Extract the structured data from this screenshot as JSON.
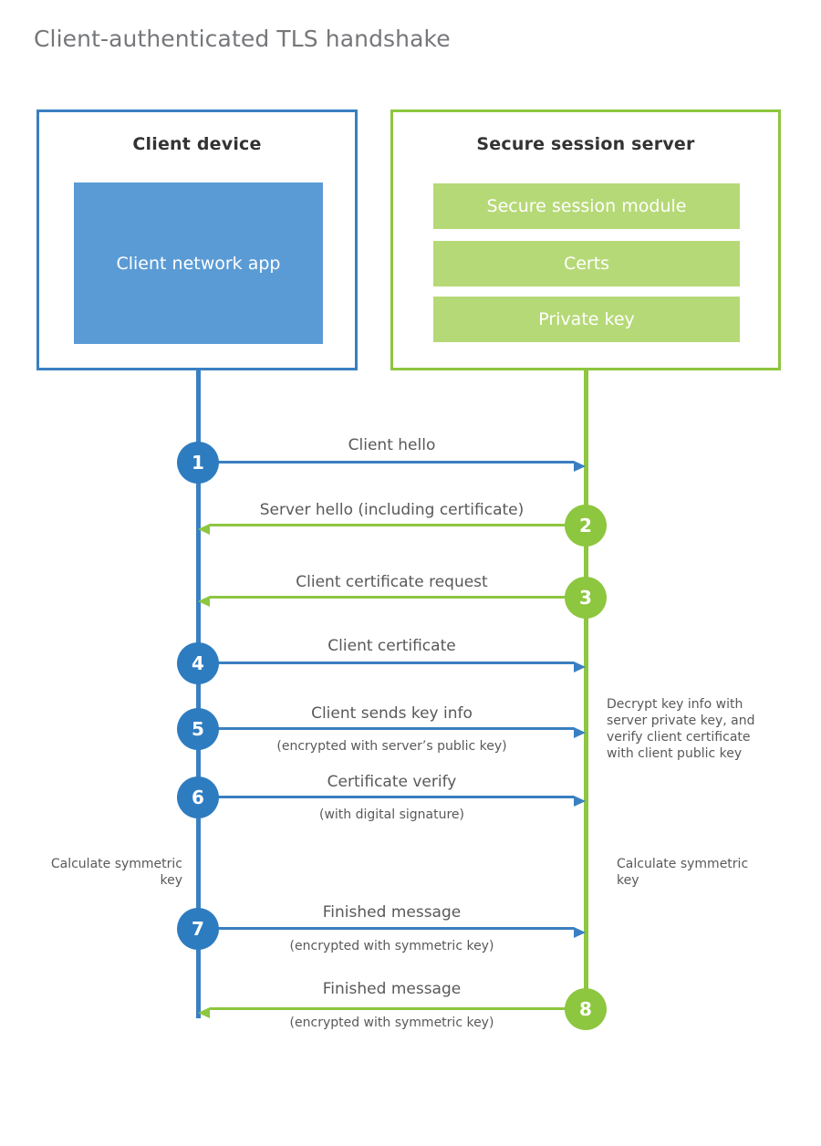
{
  "title": "Client-authenticated TLS handshake",
  "colors": {
    "blue_border": "#3a7fc1",
    "blue_fill": "#5b9bd5",
    "blue_badge": "#2e7cc0",
    "green_border": "#8dc63f",
    "green_fill": "#b6d977",
    "green_badge": "#8dc63f",
    "text": "#58595b",
    "title": "#76777a"
  },
  "client": {
    "title": "Client device",
    "app_label": "Client network app"
  },
  "server": {
    "title": "Secure session server",
    "modules": [
      {
        "label": "Secure session module"
      },
      {
        "label": "Certs"
      },
      {
        "label": "Private key"
      }
    ]
  },
  "steps": [
    {
      "number": "1",
      "label": "Client hello",
      "sub": "",
      "direction": "client-to-server",
      "color": "blue"
    },
    {
      "number": "2",
      "label": "Server hello (including certificate)",
      "sub": "",
      "direction": "server-to-client",
      "color": "green"
    },
    {
      "number": "3",
      "label": "Client certificate request",
      "sub": "",
      "direction": "server-to-client",
      "color": "green"
    },
    {
      "number": "4",
      "label": "Client certificate",
      "sub": "",
      "direction": "client-to-server",
      "color": "blue"
    },
    {
      "number": "5",
      "label": "Client sends key info",
      "sub": "(encrypted with server’s public key)",
      "direction": "client-to-server",
      "color": "blue"
    },
    {
      "number": "6",
      "label": "Certificate verify",
      "sub": "(with digital signature)",
      "direction": "client-to-server",
      "color": "blue"
    },
    {
      "number": "7",
      "label": "Finished message",
      "sub": "(encrypted with symmetric key)",
      "direction": "client-to-server",
      "color": "blue"
    },
    {
      "number": "8",
      "label": "Finished message",
      "sub": "(encrypted with symmetric key)",
      "direction": "server-to-client",
      "color": "green"
    }
  ],
  "annotations": {
    "server_decrypt": "Decrypt key info with server private key, and verify client certificate with client public key",
    "client_calculate": "Calculate symmetric key",
    "server_calculate": "Calculate symmetric key"
  }
}
